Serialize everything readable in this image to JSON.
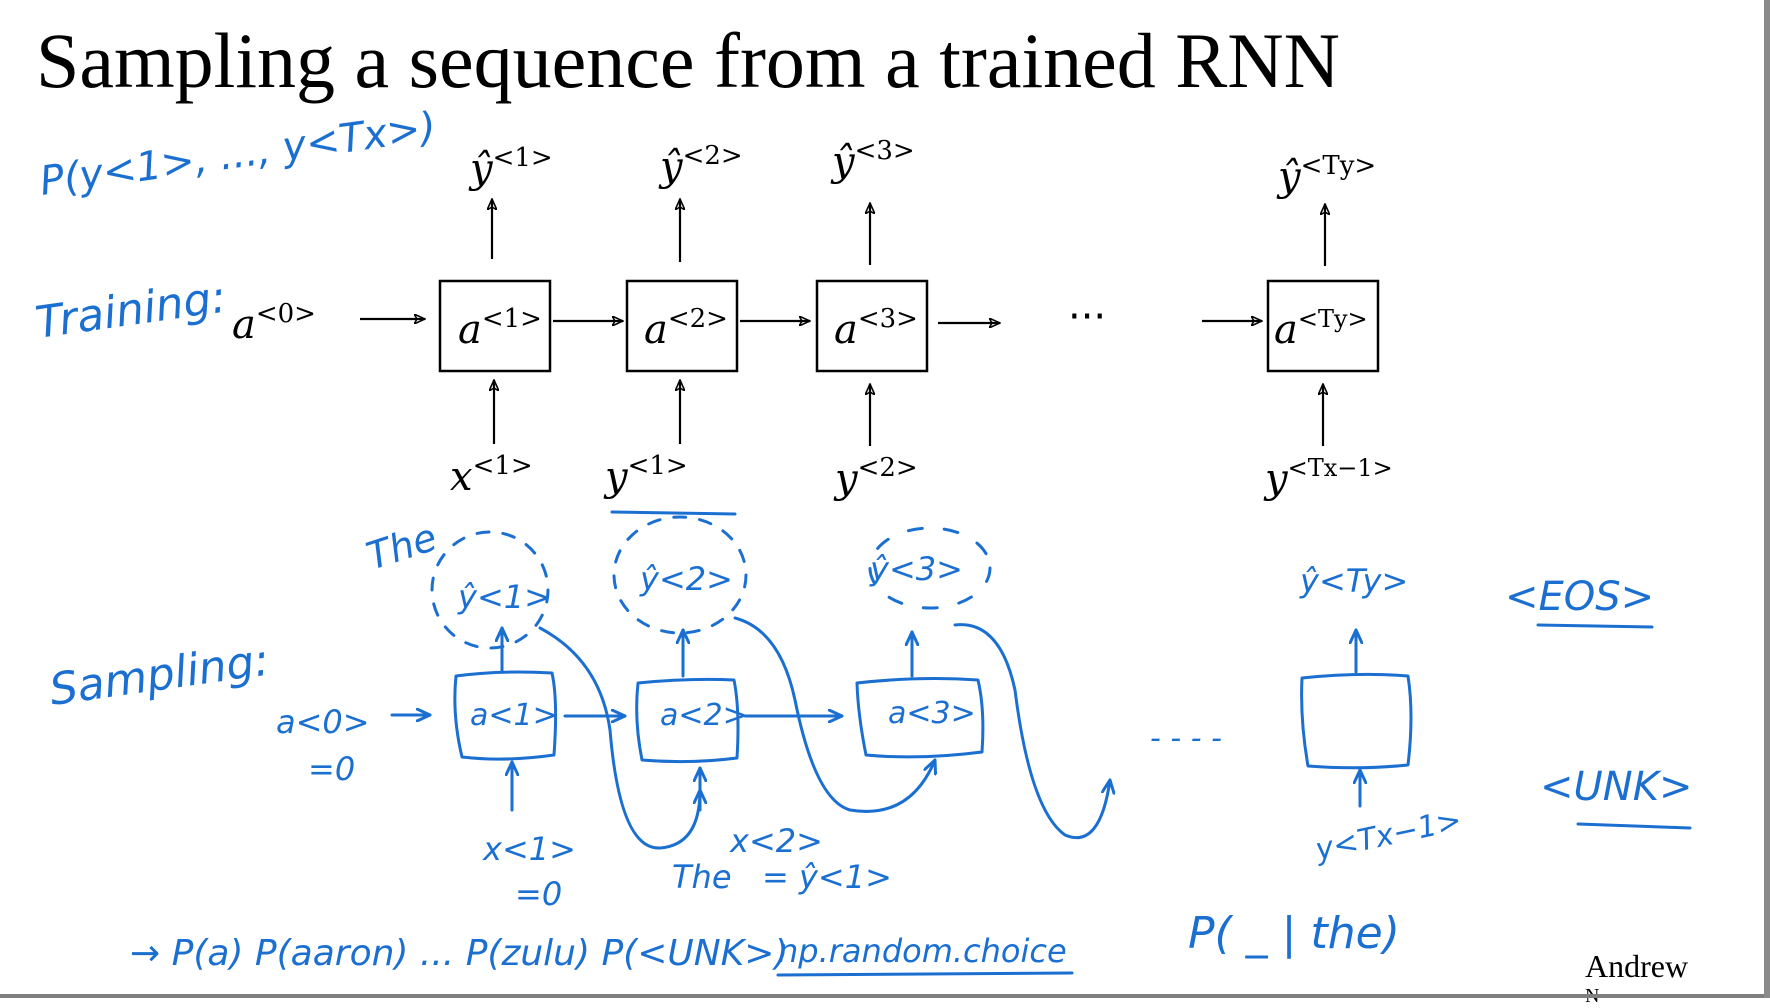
{
  "slide": {
    "title": "Sampling a sequence from a trained RNN",
    "author": "Andrew",
    "author_cut": "N"
  },
  "training": {
    "label": "Training:",
    "probability_note": "P(y<1>, ..., y<Tx>)",
    "initial_activation": {
      "base": "a",
      "sup": "<0>"
    },
    "ellipsis": "···",
    "cells": [
      {
        "a_base": "a",
        "a_sup": "<1>",
        "y_hat_base": "ŷ",
        "y_hat_sup": "<1>",
        "input_base": "x",
        "input_sup": "<1>"
      },
      {
        "a_base": "a",
        "a_sup": "<2>",
        "y_hat_base": "ŷ",
        "y_hat_sup": "<2>",
        "input_base": "y",
        "input_sup": "<1>"
      },
      {
        "a_base": "a",
        "a_sup": "<3>",
        "y_hat_base": "ŷ",
        "y_hat_sup": "<3>",
        "input_base": "y",
        "input_sup": "<2>"
      },
      {
        "a_base": "a",
        "a_sup": "<Ty>",
        "y_hat_base": "ŷ",
        "y_hat_sup": "<Ty>",
        "input_base": "y",
        "input_sup": "<Tx−1>"
      }
    ]
  },
  "sampling": {
    "label": "Sampling:",
    "a0": "a<0>",
    "a0_value": "=0",
    "word_the": "The",
    "cells": [
      {
        "a_label": "a<1>",
        "y_label": "ŷ<1>",
        "input_label": "x<1>",
        "input_value": "=0"
      },
      {
        "a_label": "a<2>",
        "y_label": "ŷ<2>",
        "input_label": "x<2>",
        "input_value": "= ŷ<1>",
        "input_word": "The"
      },
      {
        "a_label": "a<3>",
        "y_label": "ŷ<3>"
      },
      {
        "a_label": "",
        "y_label": "ŷ<Ty>",
        "input_label": "y<Tx−1>"
      }
    ],
    "ellipsis": "- - - -",
    "eos_token": "<EOS>",
    "unk_token": "<UNK>",
    "softmax_note": "→ P(a) P(aaron) ... P(zulu) P(<UNK>)",
    "numpy_note": "np.random.choice",
    "conditional_note": "P( _ | the)"
  },
  "colors": {
    "ink": "#000000",
    "handwriting": "#1b6fd1",
    "frame": "#7f7f7f"
  }
}
